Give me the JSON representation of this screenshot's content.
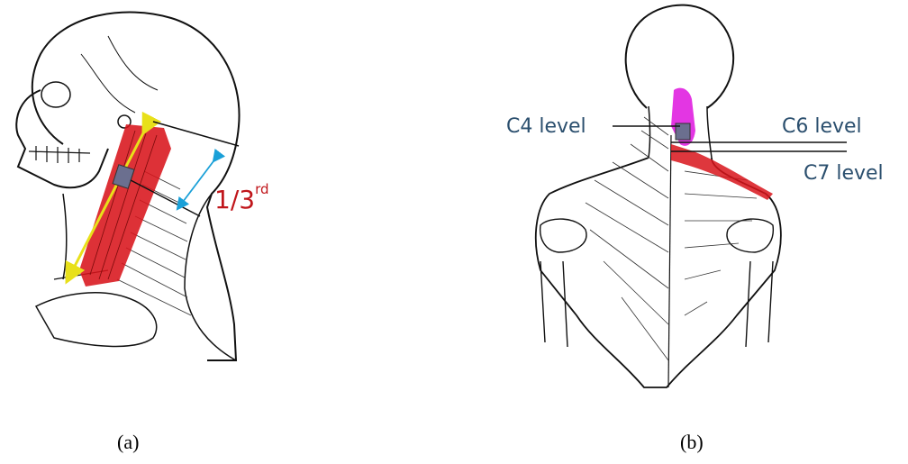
{
  "panel_a": {
    "fraction_label": "1/3",
    "fraction_sup": "rd",
    "caption": "(a)"
  },
  "panel_b": {
    "levels": {
      "c4": "C4 level",
      "c6": "C6 level",
      "c7": "C7 level"
    },
    "caption": "(b)"
  },
  "colors": {
    "muscle": "#d8141b",
    "marker": "#6b6f8f",
    "arrow_yellow": "#e8e01a",
    "arrow_blue": "#1aa0d8",
    "highlight_magenta": "#e020e0",
    "label_blue": "#2b4f6e",
    "label_red": "#c0161b"
  }
}
